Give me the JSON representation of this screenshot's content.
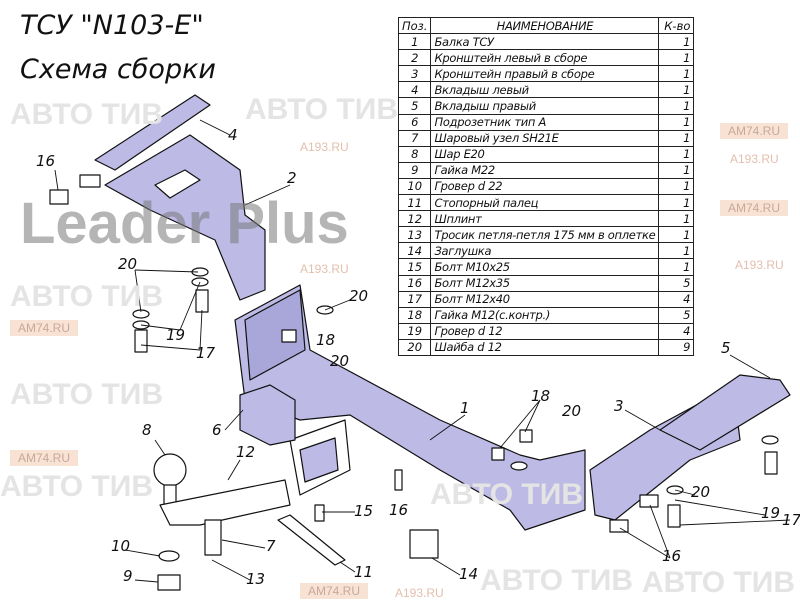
{
  "title": "ТСУ \"N103-E\"",
  "subtitle": "Схема сборки",
  "watermarks": {
    "brand": "АВТО ТИВ",
    "site1": "AM74.RU",
    "site2": "A193.RU",
    "overlay": "Leader Plus"
  },
  "colors": {
    "part_fill": "#bdbbe6",
    "line": "#111111"
  },
  "table": {
    "headers": {
      "pos": "Поз.",
      "name": "НАИМЕНОВАНИЕ",
      "qty": "К-во"
    },
    "rows": [
      {
        "pos": "1",
        "name": "Балка ТСУ",
        "qty": "1"
      },
      {
        "pos": "2",
        "name": "Кронштейн левый в сборе",
        "qty": "1"
      },
      {
        "pos": "3",
        "name": "Кронштейн правый в сборе",
        "qty": "1"
      },
      {
        "pos": "4",
        "name": "Вкладыш левый",
        "qty": "1"
      },
      {
        "pos": "5",
        "name": "Вкладыш правый",
        "qty": "1"
      },
      {
        "pos": "6",
        "name": "Подрозетник тип А",
        "qty": "1"
      },
      {
        "pos": "7",
        "name": "Шаровый узел SH21E",
        "qty": "1"
      },
      {
        "pos": "8",
        "name": "Шар E20",
        "qty": "1"
      },
      {
        "pos": "9",
        "name": "Гайка М22",
        "qty": "1"
      },
      {
        "pos": "10",
        "name": "Гровер d 22",
        "qty": "1"
      },
      {
        "pos": "11",
        "name": "Стопорный палец",
        "qty": "1"
      },
      {
        "pos": "12",
        "name": "Шплинт",
        "qty": "1"
      },
      {
        "pos": "13",
        "name": "Тросик петля-петля 175 мм в оплетке",
        "qty": "1"
      },
      {
        "pos": "14",
        "name": "Заглушка",
        "qty": "1"
      },
      {
        "pos": "15",
        "name": "Болт М10x25",
        "qty": "1"
      },
      {
        "pos": "16",
        "name": "Болт М12x35",
        "qty": "5"
      },
      {
        "pos": "17",
        "name": "Болт М12x40",
        "qty": "4"
      },
      {
        "pos": "18",
        "name": "Гайка М12(с.контр.)",
        "qty": "5"
      },
      {
        "pos": "19",
        "name": "Гровер d 12",
        "qty": "4"
      },
      {
        "pos": "20",
        "name": "Шайба d 12",
        "qty": "9"
      }
    ]
  },
  "callouts": [
    "4",
    "16",
    "2",
    "20",
    "19",
    "17",
    "20",
    "18",
    "20",
    "8",
    "6",
    "12",
    "1",
    "18",
    "20",
    "3",
    "5",
    "20",
    "19",
    "17",
    "16",
    "15",
    "16",
    "7",
    "10",
    "9",
    "13",
    "11",
    "14"
  ]
}
